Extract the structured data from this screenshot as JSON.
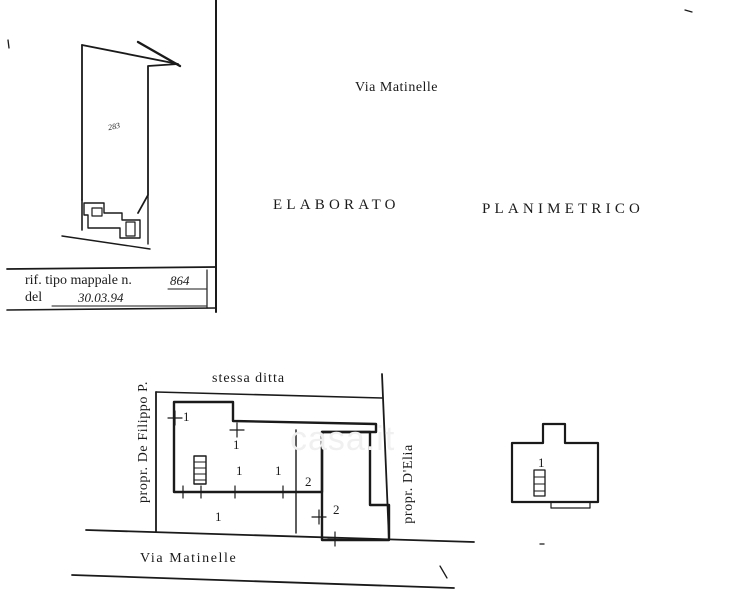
{
  "labels": {
    "street_top": "Via Matinelle",
    "title_word_1": "ELABORATO",
    "title_word_2": "PLANIMETRICO",
    "reference_prefix": "rif. tipo mappale n.",
    "reference_number": "864",
    "date_prefix": "del",
    "date_value": "30.03.94",
    "sheet_mark": "283",
    "neighbor_top": "stessa ditta",
    "neighbor_left": "propr. De Filippo P.",
    "neighbor_right": "propr. D'Elia",
    "street_bottom": "Via Matinelle",
    "watermark": "casa.it"
  },
  "units": {
    "u1_upper_left": "1",
    "u1_upper_right": "1",
    "u1_mid_left": "1",
    "u1_mid_right": "1",
    "u1_lower": "1",
    "u2_upper": "2",
    "u2_lower": "2",
    "u1_detail": "1"
  },
  "colors": {
    "ink": "#1a1a1a",
    "paper": "#ffffff"
  }
}
